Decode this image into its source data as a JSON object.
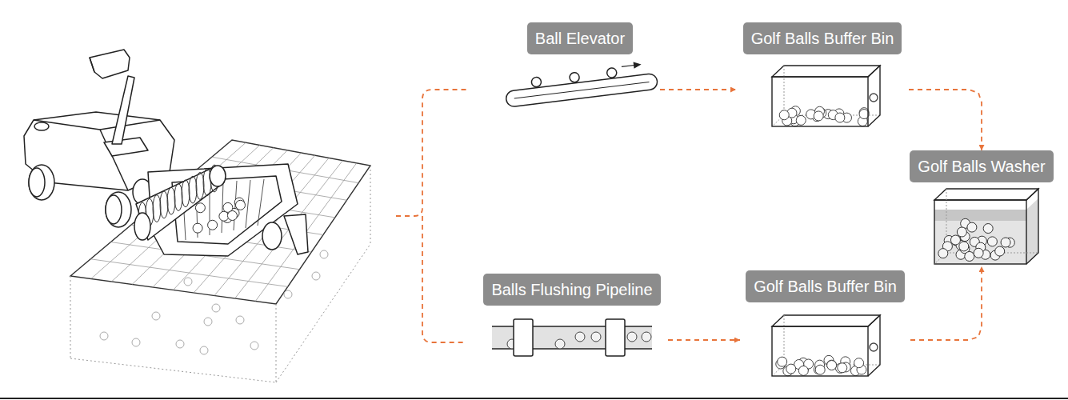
{
  "diagram": {
    "nodes": [
      {
        "text": [
          "Ball Elevator"
        ]
      },
      {
        "text": [
          "Golf Balls Buffer Bin"
        ]
      },
      {
        "text": [
          "Golf Balls Washer"
        ]
      },
      {
        "text": [
          "Balls Flushing Pipeline"
        ]
      },
      {
        "text": [
          "Golf Balls Buffer Bin"
        ]
      }
    ],
    "edges": [
      {
        "from": 0,
        "to": 1,
        "arrow": "to"
      },
      {
        "from": 1,
        "to": 2,
        "arrow": "to"
      },
      {
        "from": 3,
        "to": 4,
        "arrow": "to"
      },
      {
        "from": 4,
        "to": 2,
        "arrow": "to"
      }
    ]
  }
}
